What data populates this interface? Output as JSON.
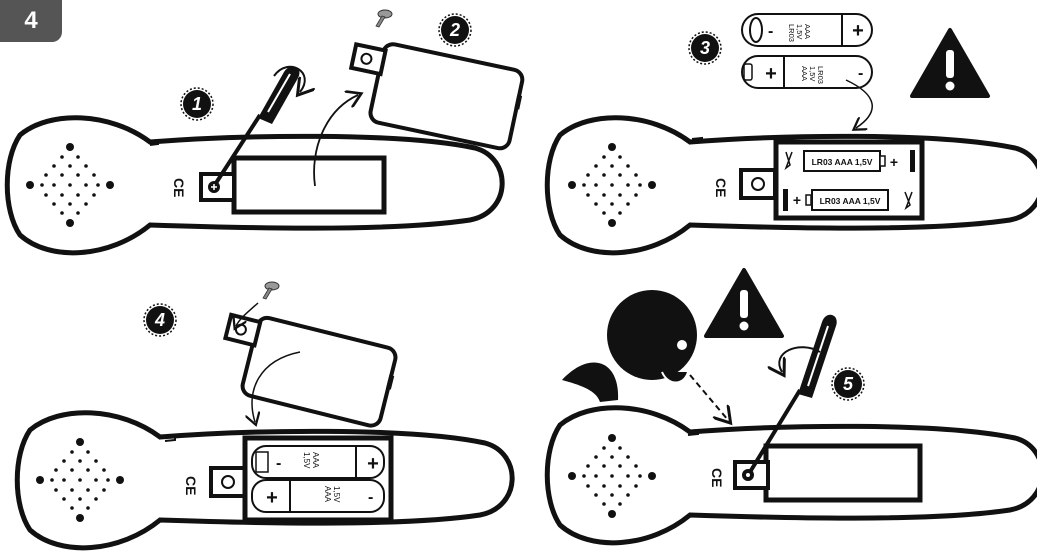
{
  "page_number": "4",
  "steps": [
    {
      "number": "1"
    },
    {
      "number": "2"
    },
    {
      "number": "3"
    },
    {
      "number": "4"
    },
    {
      "number": "5"
    }
  ],
  "ce_mark": "CE",
  "battery": {
    "spec_inline": "LR03 AAA 1,5V",
    "type": "AAA",
    "voltage": "1,5V",
    "code": "LR03",
    "plus": "+",
    "minus": "-"
  },
  "icons": [
    "warning-triangle-icon",
    "screwdriver-icon",
    "screw-icon",
    "child-head-icon",
    "battery-icon"
  ]
}
